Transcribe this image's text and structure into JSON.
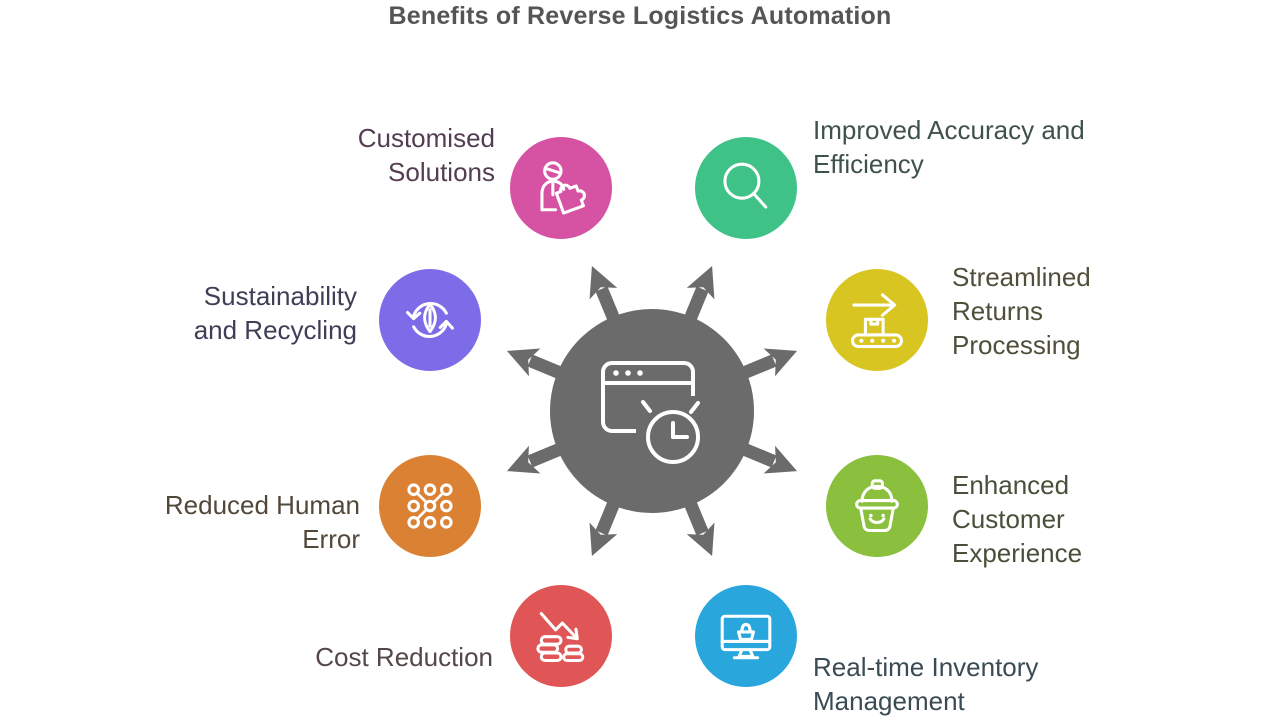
{
  "title": "Benefits of Reverse Logistics Automation",
  "title_color": "#555555",
  "center": {
    "icon": "app-window-clock-icon",
    "color": "#6b6b6b",
    "icon_color": "#ffffff",
    "spoke_count": 8
  },
  "nodes": [
    {
      "label": "Customised Solutions",
      "icon": "person-puzzle-icon",
      "circle_color": "#d652a3",
      "label_color": "#533d52"
    },
    {
      "label": "Improved Accuracy and Efficiency",
      "icon": "magnifying-glass-icon",
      "circle_color": "#3fc287",
      "label_color": "#3f5249"
    },
    {
      "label": "Streamlined Returns Processing",
      "icon": "conveyor-belt-arrow-icon",
      "circle_color": "#d8c522",
      "label_color": "#504f3b"
    },
    {
      "label": "Enhanced Customer Experience",
      "icon": "smiling-basket-icon",
      "circle_color": "#8bbf3e",
      "label_color": "#47503a"
    },
    {
      "label": "Real-time Inventory Management",
      "icon": "monitor-shopping-basket-icon",
      "circle_color": "#29a7dd",
      "label_color": "#3b4b53"
    },
    {
      "label": "Cost Reduction",
      "icon": "coins-decline-arrow-icon",
      "circle_color": "#e05555",
      "label_color": "#554747"
    },
    {
      "label": "Reduced Human Error",
      "icon": "connected-dots-pattern-icon",
      "circle_color": "#da8133",
      "label_color": "#52483a"
    },
    {
      "label": "Sustainability and Recycling",
      "icon": "leaf-recycle-icon",
      "circle_color": "#7d6ce8",
      "label_color": "#3e3e57"
    }
  ]
}
